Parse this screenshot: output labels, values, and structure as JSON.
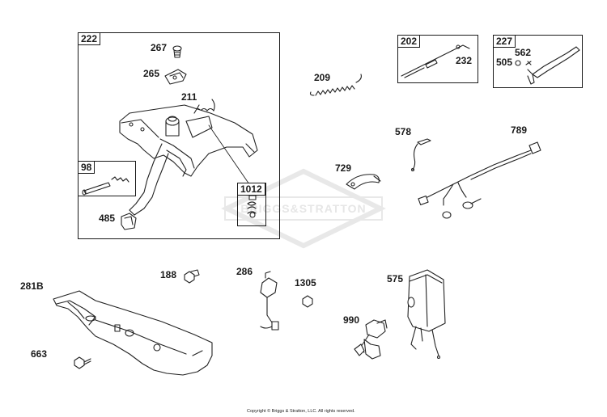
{
  "watermark": {
    "text": "BRIGGS&STRATTON"
  },
  "copyright": "Copyright © Briggs & Stratton, LLC. All rights reserved.",
  "groups": {
    "g222": "222",
    "g98": "98",
    "g1012": "1012",
    "g202": "202",
    "g227": "227"
  },
  "parts": {
    "p267": "267",
    "p265": "265",
    "p211": "211",
    "p485": "485",
    "p232": "232",
    "p562": "562",
    "p505": "505",
    "p209": "209",
    "p578": "578",
    "p789": "789",
    "p729": "729",
    "p281B": "281B",
    "p663": "663",
    "p188": "188",
    "p286": "286",
    "p1305": "1305",
    "p575": "575",
    "p990": "990"
  }
}
